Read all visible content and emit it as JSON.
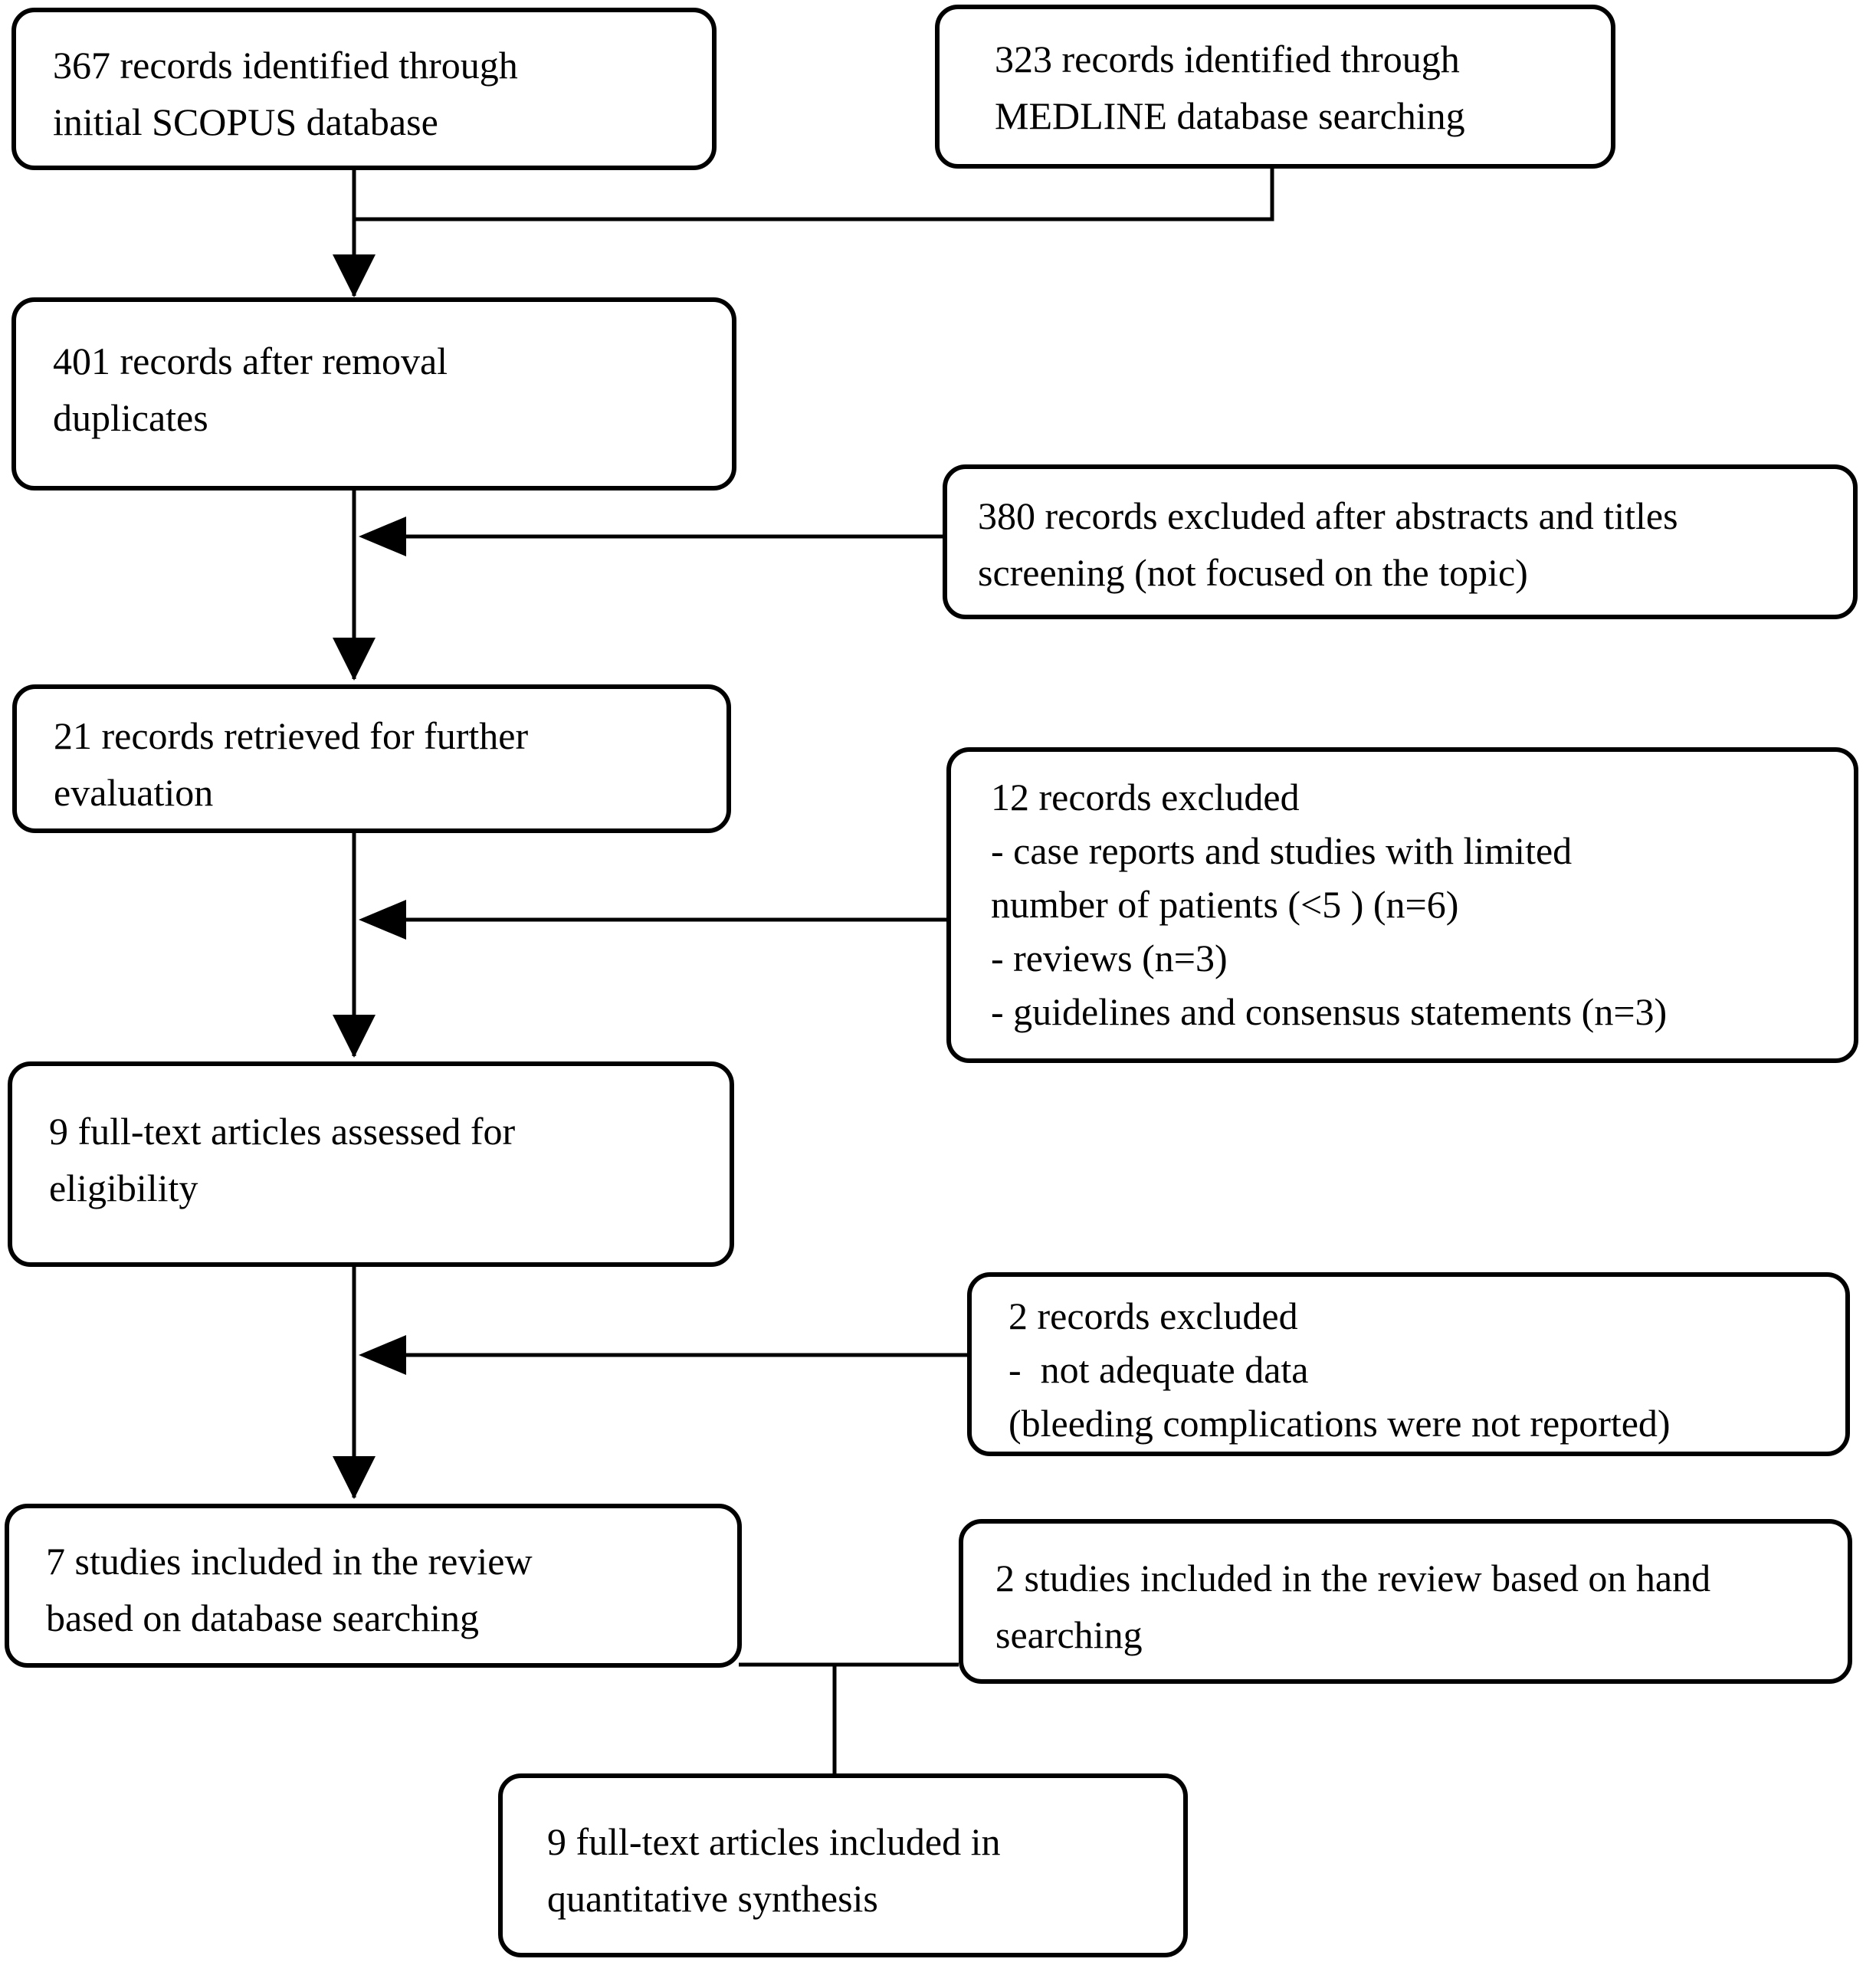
{
  "figure": {
    "kind": "study-selection-flowchart"
  },
  "colors": {
    "background": "#ffffff",
    "box_border": "#000000",
    "line": "#000000",
    "text": "#000000"
  },
  "boxes": {
    "scopus": {
      "lines": [
        "367 records identified through",
        "initial SCOPUS database"
      ]
    },
    "medline": {
      "lines": [
        "323 records identified through",
        "MEDLINE database searching"
      ]
    },
    "after_duplicates": {
      "lines": [
        "401 records after removal",
        "duplicates"
      ]
    },
    "excluded_screening": {
      "lines": [
        "380 records excluded after abstracts and titles",
        "screening (not focused on the topic)"
      ]
    },
    "retrieved": {
      "lines": [
        "21 records retrieved for further",
        "evaluation"
      ]
    },
    "excluded_fulltext": {
      "lines": [
        "12 records excluded",
        "- case reports and studies with limited",
        "number of patients (<5 ) (n=6)",
        "- reviews (n=3)",
        "- guidelines and consensus statements (n=3)"
      ]
    },
    "assessed": {
      "lines": [
        "9 full-text articles assessed for",
        "eligibility"
      ]
    },
    "excluded_data": {
      "lines": [
        "2 records excluded",
        "-  not adequate data",
        "(bleeding complications were not reported)"
      ]
    },
    "included_database": {
      "lines": [
        "7 studies included in the review",
        "based on database searching"
      ]
    },
    "included_hand": {
      "lines": [
        "2 studies included in the review based on hand",
        "searching"
      ]
    },
    "quantitative": {
      "lines": [
        "9 full-text articles included in",
        "quantitative synthesis"
      ]
    }
  },
  "edges": [
    {
      "from": "scopus",
      "to": "after_duplicates",
      "arrow": true
    },
    {
      "from": "medline",
      "to": "after_duplicates",
      "arrow": true
    },
    {
      "from": "excluded_screening",
      "to": "flow-line",
      "arrow": true
    },
    {
      "from": "after_duplicates",
      "to": "retrieved",
      "arrow": true
    },
    {
      "from": "excluded_fulltext",
      "to": "flow-line",
      "arrow": true
    },
    {
      "from": "retrieved",
      "to": "assessed",
      "arrow": true
    },
    {
      "from": "excluded_data",
      "to": "flow-line",
      "arrow": true
    },
    {
      "from": "assessed",
      "to": "included_database",
      "arrow": true
    },
    {
      "from": "included_database",
      "to": "quantitative",
      "arrow": false
    },
    {
      "from": "included_hand",
      "to": "quantitative",
      "arrow": false
    }
  ]
}
